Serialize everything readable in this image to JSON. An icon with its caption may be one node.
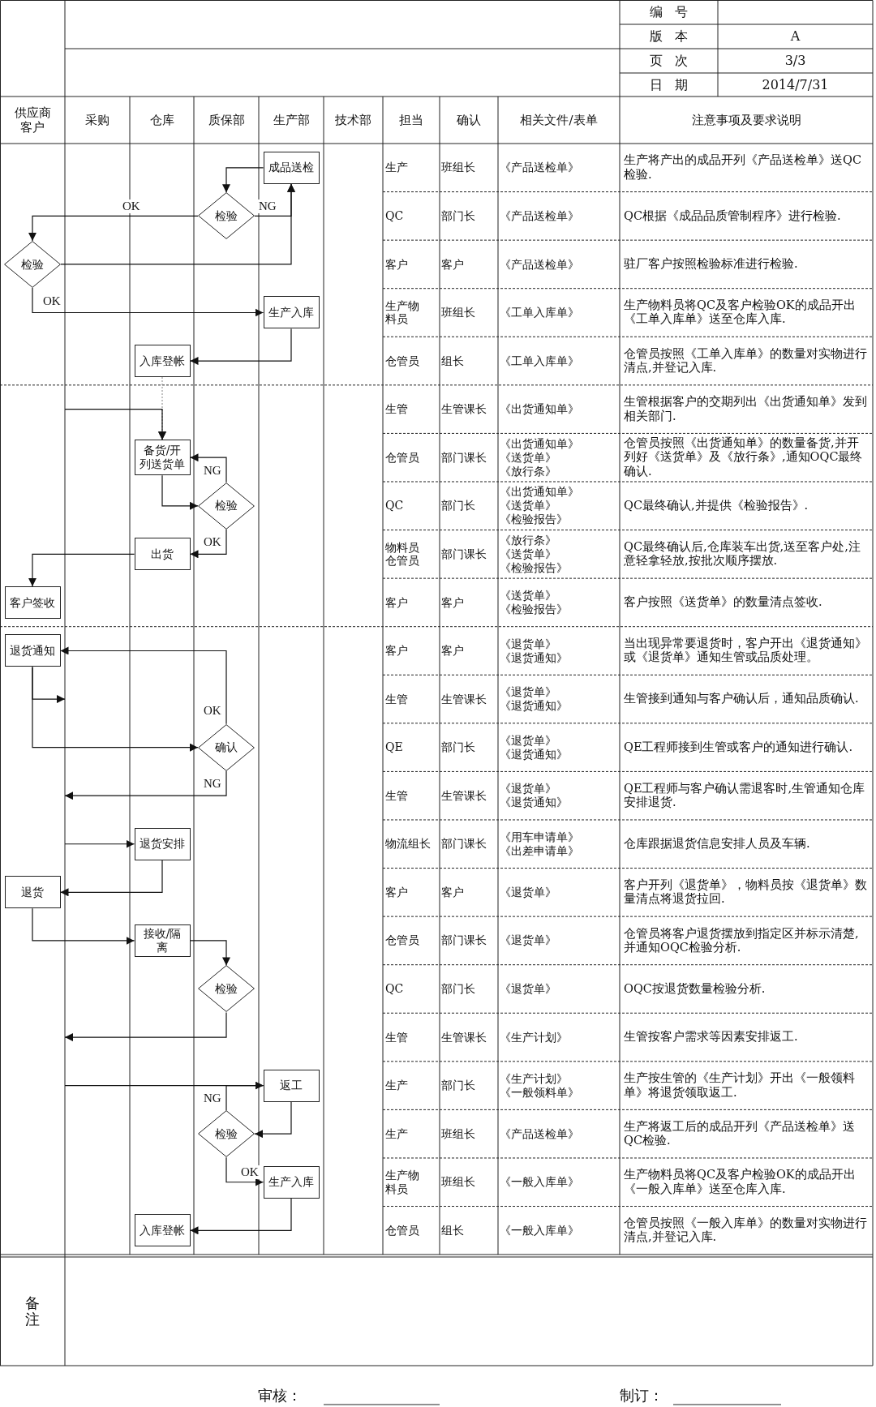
{
  "diagram": {
    "nodes": [
      {
        "text": [
          "成品送检"
        ]
      },
      {
        "text": [
          "检验"
        ]
      },
      {
        "text": [
          "检验"
        ]
      },
      {
        "text": [
          "生产入库"
        ]
      },
      {
        "text": [
          "入库登帐"
        ]
      },
      {
        "text": [
          "备货/开列送货单"
        ]
      },
      {
        "text": [
          "检验"
        ]
      },
      {
        "text": [
          "出货"
        ]
      },
      {
        "text": [
          "客户签收"
        ]
      },
      {
        "text": [
          "退货通知"
        ]
      },
      {
        "text": [
          "确认"
        ]
      },
      {
        "text": [
          "退货安排"
        ]
      },
      {
        "text": [
          "退货"
        ]
      },
      {
        "text": [
          "接收/隔离"
        ]
      },
      {
        "text": [
          "检验"
        ]
      },
      {
        "text": [
          "返工"
        ]
      },
      {
        "text": [
          "检验"
        ]
      },
      {
        "text": [
          "生产入库"
        ]
      },
      {
        "text": [
          "入库登帐"
        ]
      }
    ],
    "edges": [
      {
        "from": 0,
        "to": 1,
        "arrow": "to"
      },
      {
        "from": 1,
        "to": 2,
        "arrow": "to",
        "label": "OK"
      },
      {
        "from": 1,
        "to": 0,
        "arrow": "to",
        "label": "NG"
      },
      {
        "from": 2,
        "to": 0,
        "arrow": "to"
      },
      {
        "from": 2,
        "to": 3,
        "arrow": "to",
        "label": "OK"
      },
      {
        "from": 3,
        "to": 4,
        "arrow": "to"
      },
      {
        "from": 4,
        "to": 5,
        "arrow": "to",
        "style": "dashed",
        "color": "#999999"
      },
      {
        "from": null,
        "to": 5,
        "arrow": "to"
      },
      {
        "from": 5,
        "to": 6,
        "arrow": "to"
      },
      {
        "from": 6,
        "to": 5,
        "arrow": "to",
        "label": "NG"
      },
      {
        "from": 6,
        "to": 7,
        "arrow": "to",
        "label": "OK"
      },
      {
        "from": 7,
        "to": 8,
        "arrow": "to"
      },
      {
        "from": 10,
        "to": 9,
        "arrow": "to",
        "label": "OK"
      },
      {
        "from": 9,
        "to": null,
        "arrow": "to"
      },
      {
        "from": 9,
        "to": 10,
        "arrow": "to"
      },
      {
        "from": 10,
        "to": null,
        "arrow": "to",
        "label": "NG"
      },
      {
        "from": null,
        "to": 11,
        "arrow": "to"
      },
      {
        "from": 11,
        "to": 12,
        "arrow": "to"
      },
      {
        "from": 12,
        "to": 13,
        "arrow": "to"
      },
      {
        "from": 13,
        "to": 14,
        "arrow": "to"
      },
      {
        "from": 14,
        "to": null,
        "arrow": "to"
      },
      {
        "from": null,
        "to": 15,
        "arrow": "to"
      },
      {
        "from": 16,
        "to": 15,
        "arrow": "to",
        "label": "NG"
      },
      {
        "from": 15,
        "to": 16,
        "arrow": "to"
      },
      {
        "from": 16,
        "to": 17,
        "arrow": "to",
        "label": "OK"
      },
      {
        "from": 17,
        "to": 18,
        "arrow": "to"
      }
    ],
    "labels": [
      "编号",
      "版本",
      "A",
      "页次",
      "3/3",
      "日期",
      "2014/7/31",
      "供应商客户",
      "采购",
      "仓库",
      "质保部",
      "生产部",
      "技术部",
      "担当",
      "确认",
      "相关文件/表单",
      "注意事项及要求说明",
      "生产",
      "班组长",
      "《产品送检单》",
      "生产将产出的成品开列《产品送检单》送QC检验.",
      "QC",
      "部门长",
      "《产品送检单》",
      "QC根据《成品品质管制程序》进行检验.",
      "客户",
      "客户",
      "《产品送检单》",
      "驻厂客户按照检验标准进行检验.",
      "生产物料员",
      "班组长",
      "《工单入库单》",
      "生产物料员将QC及客户检验OK的成品开出《工单入库单》送至仓库入库.",
      "仓管员",
      "组长",
      "《工单入库单》",
      "仓管员按照《工单入库单》的数量对实物进行清点,并登记入库.",
      "生管",
      "生管课长",
      "《出货通知单》",
      "生管根据客户的交期列出《出货通知单》发到相关部门.",
      "仓管员",
      "部门课长",
      "《出货通知单》",
      "《送货单》",
      "《放行条》",
      "仓管员按照《出货通知单》的数量备货,并开列好《送货单》及《放行条》,通知OQC最终确认.",
      "QC",
      "部门长",
      "《出货通知单》",
      "《送货单》",
      "《检验报告》",
      "QC最终确认,并提供《检验报告》.",
      "物料员仓管员",
      "部门课长",
      "《放行条》",
      "《送货单》",
      "《检验报告》",
      "QC最终确认后,仓库装车出货,送至客户处,注意轻拿轻放,按批次顺序摆放.",
      "客户",
      "客户",
      "《送货单》",
      "《检验报告》",
      "客户按照《送货单》的数量清点签收.",
      "客户",
      "客户",
      "《退货单》",
      "《退货通知》",
      "当出现异常要退货时，客户开出《退货通知》或《退货单》通知生管或品质处理。",
      "生管",
      "生管课长",
      "《退货单》",
      "《退货通知》",
      "生管接到通知与客户确认后，通知品质确认.",
      "QE",
      "部门长",
      "《退货单》",
      "《退货通知》",
      "QE工程师接到生管或客户的通知进行确认.",
      "生管",
      "生管课长",
      "《退货单》",
      "《退货通知》",
      "QE工程师与客户确认需退客时,生管通知仓库安排退货.",
      "物流组长",
      "部门课长",
      "《用车申请单》",
      "《出差申请单》",
      "仓库跟据退货信息安排人员及车辆.",
      "客户",
      "客户",
      "《退货单》",
      "客户开列《退货单》，物料员按《退货单》数量清点将退货拉回.",
      "仓管员",
      "部门课长",
      "《退货单》",
      "仓管员将客户退货摆放到指定区并标示清楚,并通知OQC检验分析.",
      "QC",
      "部门长",
      "《退货单》",
      "OQC按退货数量检验分析.",
      "生管",
      "生管课长",
      "《生产计划》",
      "生管按客户需求等因素安排返工.",
      "生产",
      "部门长",
      "《生产计划》",
      "《一般领料单》",
      "生产按生管的《生产计划》开出《一般领料单》将退货领取返工.",
      "生产",
      "班组长",
      "《产品送检单》",
      "生产将返工后的成品开列《产品送检单》送QC检验.",
      "生产物料员",
      "班组长",
      "《一般入库单》",
      "生产物料员将QC及客户检验OK的成品开出《一般入库单》送至仓库入库.",
      "仓管员",
      "组长",
      "《一般入库单》",
      "仓管员按照《一般入库单》的数量对实物进行清点,并登记入库.",
      "备注",
      "审核：",
      "制订："
    ]
  }
}
